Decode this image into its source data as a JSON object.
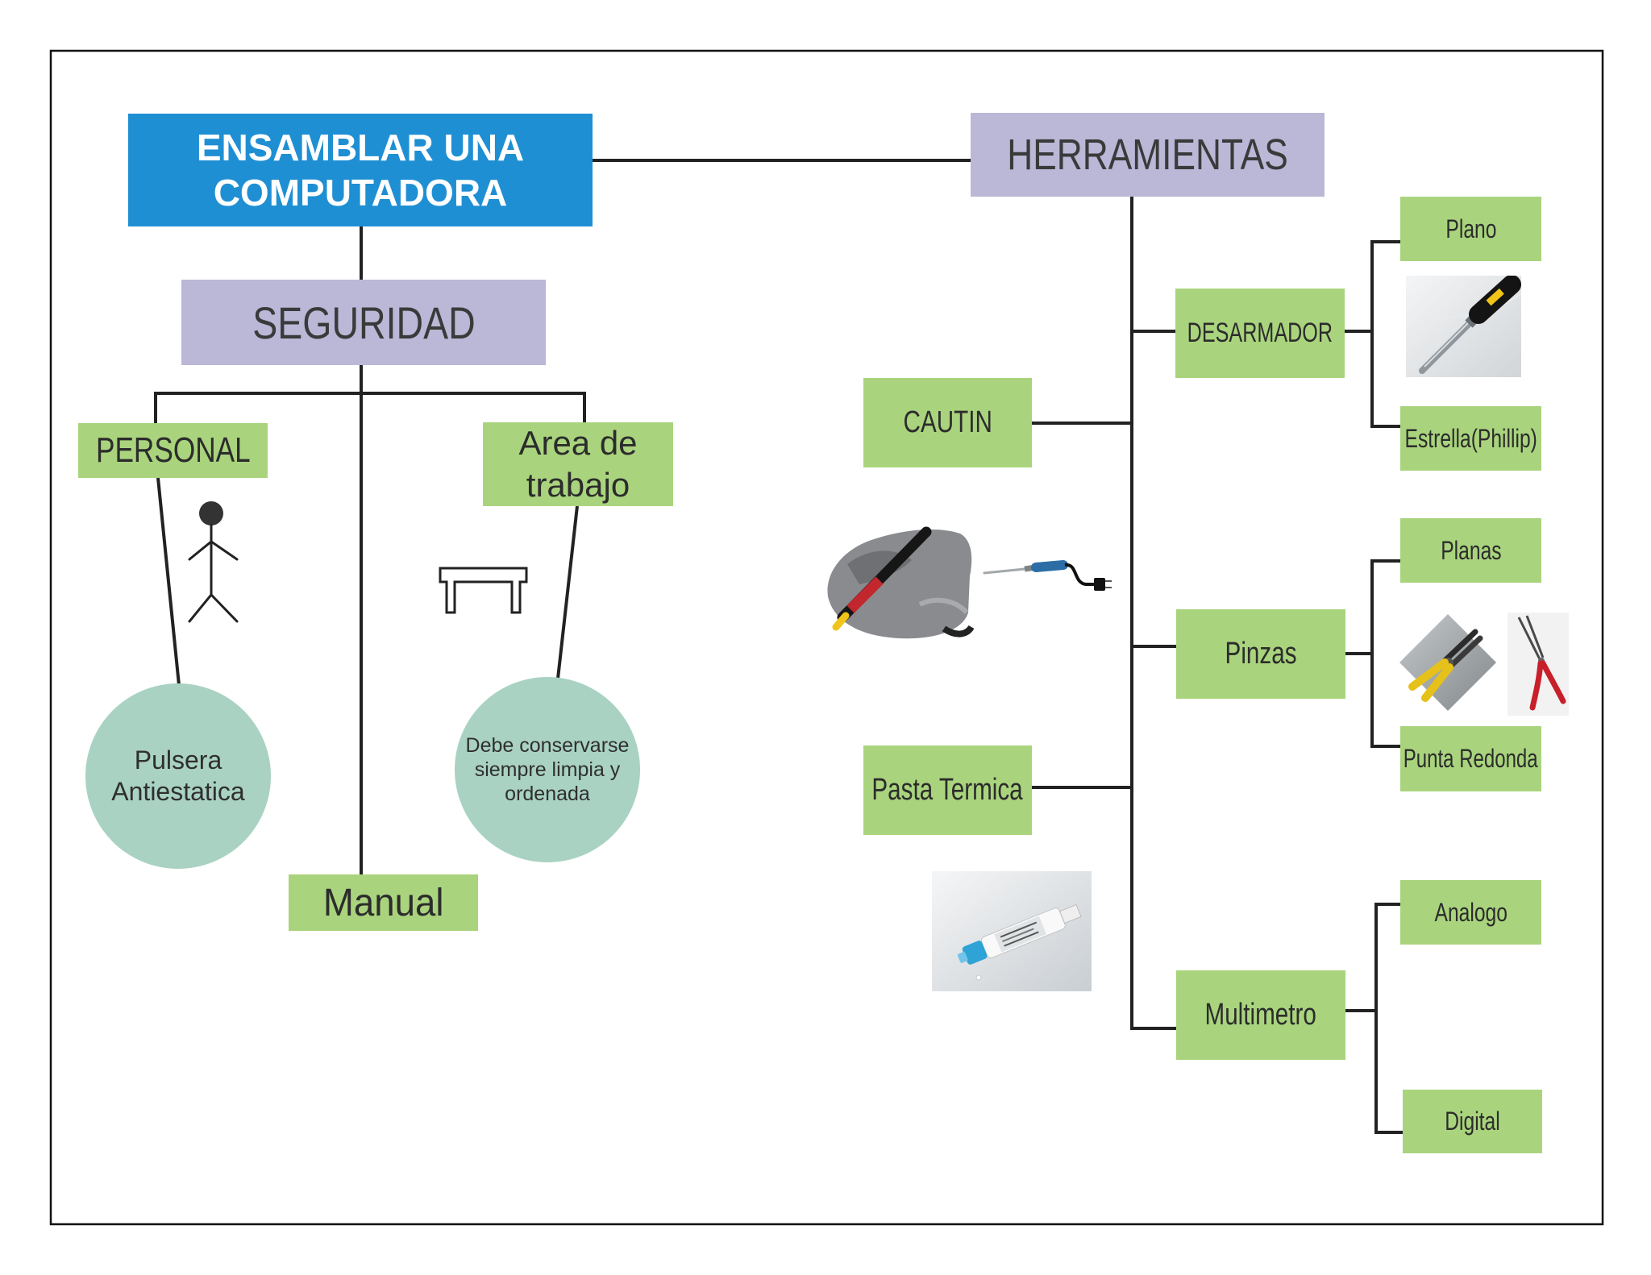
{
  "colors": {
    "root_box": "#1f8fd3",
    "category_box": "#bab7d7",
    "item_box": "#a9d47d",
    "circle": "#a9d2c3",
    "connector": "#222222"
  },
  "root": {
    "lines": [
      "ENSAMBLAR UNA",
      "COMPUTADORA"
    ]
  },
  "seguridad": {
    "label": "SEGURIDAD",
    "personal": {
      "label": "PERSONAL",
      "icon": "person-icon",
      "detail": [
        "Pulsera",
        "Antiestatica"
      ]
    },
    "area_trabajo": {
      "label": [
        "Area de",
        "trabajo"
      ],
      "icon": "desk-icon",
      "detail": [
        "Debe conservarse",
        "siempre limpia y",
        "ordenada"
      ]
    },
    "manual": {
      "label": "Manual"
    }
  },
  "herramientas": {
    "label": "HERRAMIENTAS",
    "cautin": {
      "label": "CAUTIN",
      "image": "soldering-iron-image"
    },
    "pasta_termica": {
      "label": "Pasta Termica",
      "image": "thermal-paste-image"
    },
    "desarmador": {
      "label": "DESARMADOR",
      "image": "screwdriver-image",
      "types": [
        "Plano",
        "Estrella(Phillip)"
      ]
    },
    "pinzas": {
      "label": "Pinzas",
      "image": "pliers-image",
      "types": [
        "Planas",
        "Punta Redonda"
      ]
    },
    "multimetro": {
      "label": "Multimetro",
      "types": [
        "Analogo",
        "Digital"
      ]
    }
  }
}
